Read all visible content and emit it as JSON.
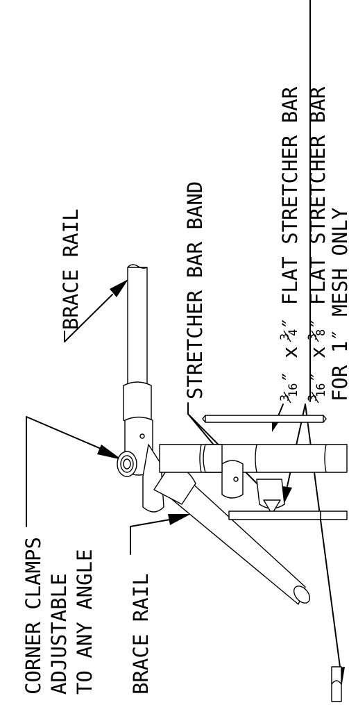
{
  "labels": {
    "corner_clamps": [
      "CORNER CLAMPS",
      "ADJUSTABLE",
      "TO ANY ANGLE"
    ],
    "brace_rail_lower": "BRACE RAIL",
    "brace_rail_upper": "BRACE RAIL",
    "stretcher_bar_band": "STRETCHER BAR BAND",
    "flat_bar_34": {
      "frac_num": "3",
      "frac_den": "16",
      "dims": "″ x",
      "frac2_num": "3",
      "frac2_den": "4",
      "rest": "″ FLAT STRETCHER BAR"
    },
    "flat_bar_38": {
      "frac_num": "3",
      "frac_den": "16",
      "dims": "″ x",
      "frac2_num": "3",
      "frac2_den": "8",
      "rest": "″ FLAT STRETCHER BAR",
      "line2": "FOR 1″ MESH ONLY"
    }
  }
}
